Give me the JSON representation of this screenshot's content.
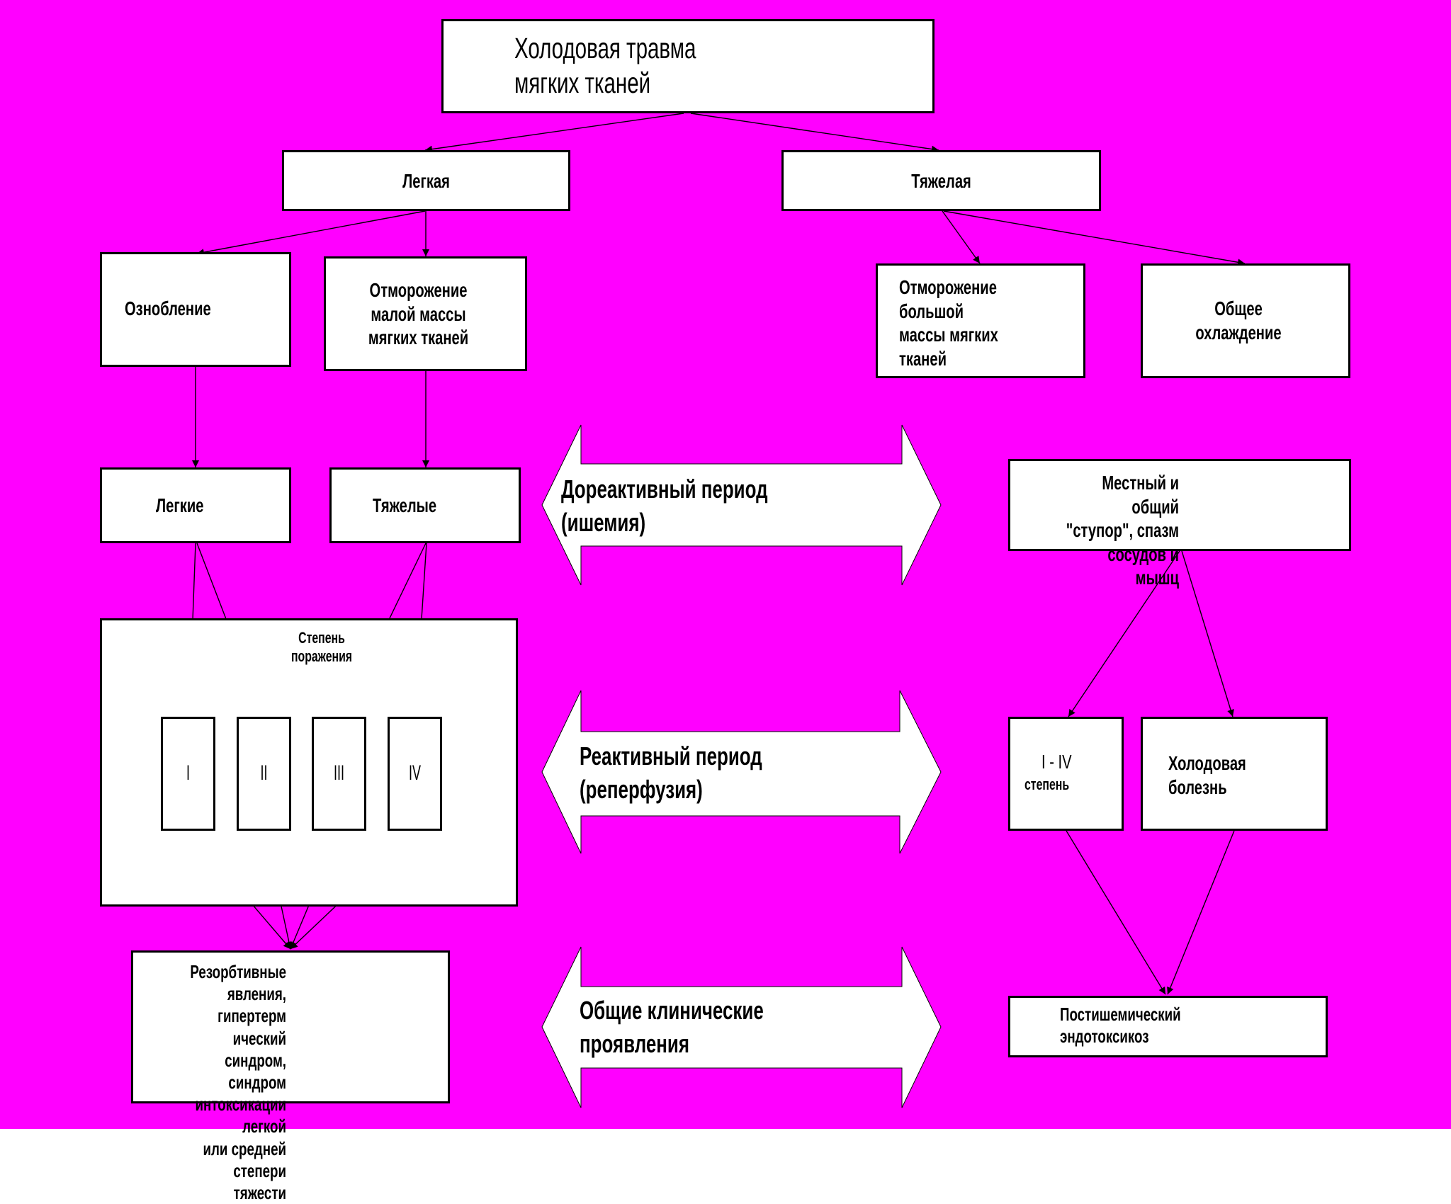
{
  "colors": {
    "background": "#ff00ff",
    "box": "#ffffff",
    "line": "#000000"
  },
  "root": "Холодовая травма\n        мягких тканей",
  "mild": "Легкая",
  "severe": "Тяжелая",
  "chill": "Ознобление",
  "frostbite_small": "Отморожение\nмалой массы\nмягких тканей",
  "frostbite_large": "Отморожение\n большой\nмассы мягких\n  тканей",
  "general_cooling": "Общее\nохлаждение",
  "light": "Легкие",
  "heavy": "Тяжелые",
  "degree_caption": "Степень\nпоражения",
  "degrees": [
    "I",
    "II",
    "III",
    "IV"
  ],
  "resorptive": "Резорбтивные явления,\nгипертерм ический\nсиндром, синдром\nинтоксикации легкой\nили средней степери\nтяжести",
  "stupor": "Местный и общий\n\"ступор\", спазм сосудов и\nмышц",
  "degree_range": "I - IV",
  "degree_word": "степень",
  "cold_disease": "Холодовая\n болезнь",
  "endotoxicosis": "Постишемический\n  эндотоксикоз",
  "periods": {
    "prereactive": "Дореактивный период\n                 (ишемия)",
    "reactive": "Реактивный период\n           (реперфузия)",
    "clinical": "Общие клинические\n              проявления"
  }
}
